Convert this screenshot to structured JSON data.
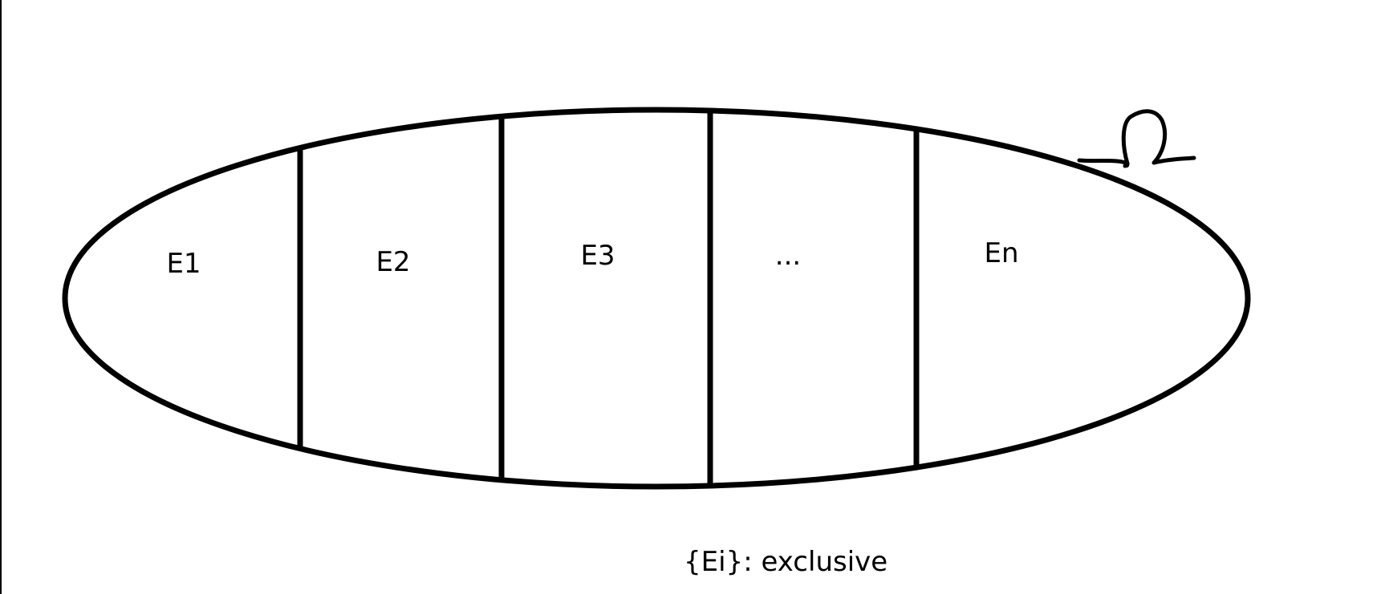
{
  "diagram": {
    "regions": [
      {
        "label": "E1"
      },
      {
        "label": "E2"
      },
      {
        "label": "E3"
      },
      {
        "label": "..."
      },
      {
        "label": "En"
      }
    ],
    "caption": "{Ei}: exclusive",
    "sample_space_symbol": "Ω",
    "stroke_color": "#000000",
    "background_color": "#ffffff"
  }
}
